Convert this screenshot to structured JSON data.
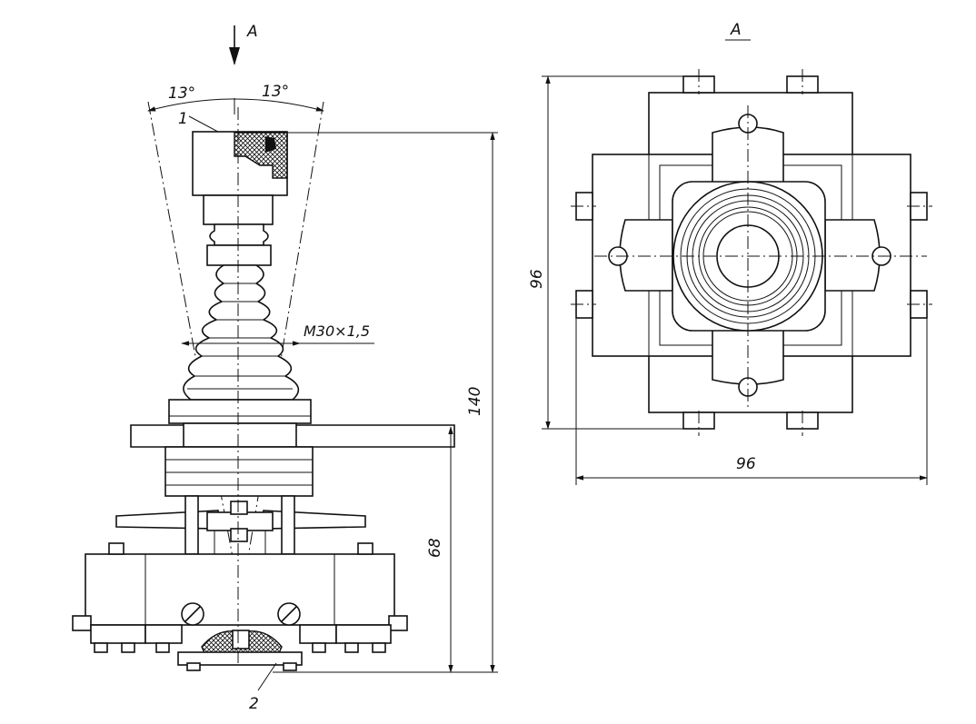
{
  "view_arrow_label": "A",
  "view_title": "A",
  "angle_left": "13°",
  "angle_right": "13°",
  "thread_label": "M30×1,5",
  "dim_overall_height": "140",
  "dim_base_height": "68",
  "dim_plan_height": "96",
  "dim_plan_width": "96",
  "callout_1": "1",
  "callout_2": "2"
}
